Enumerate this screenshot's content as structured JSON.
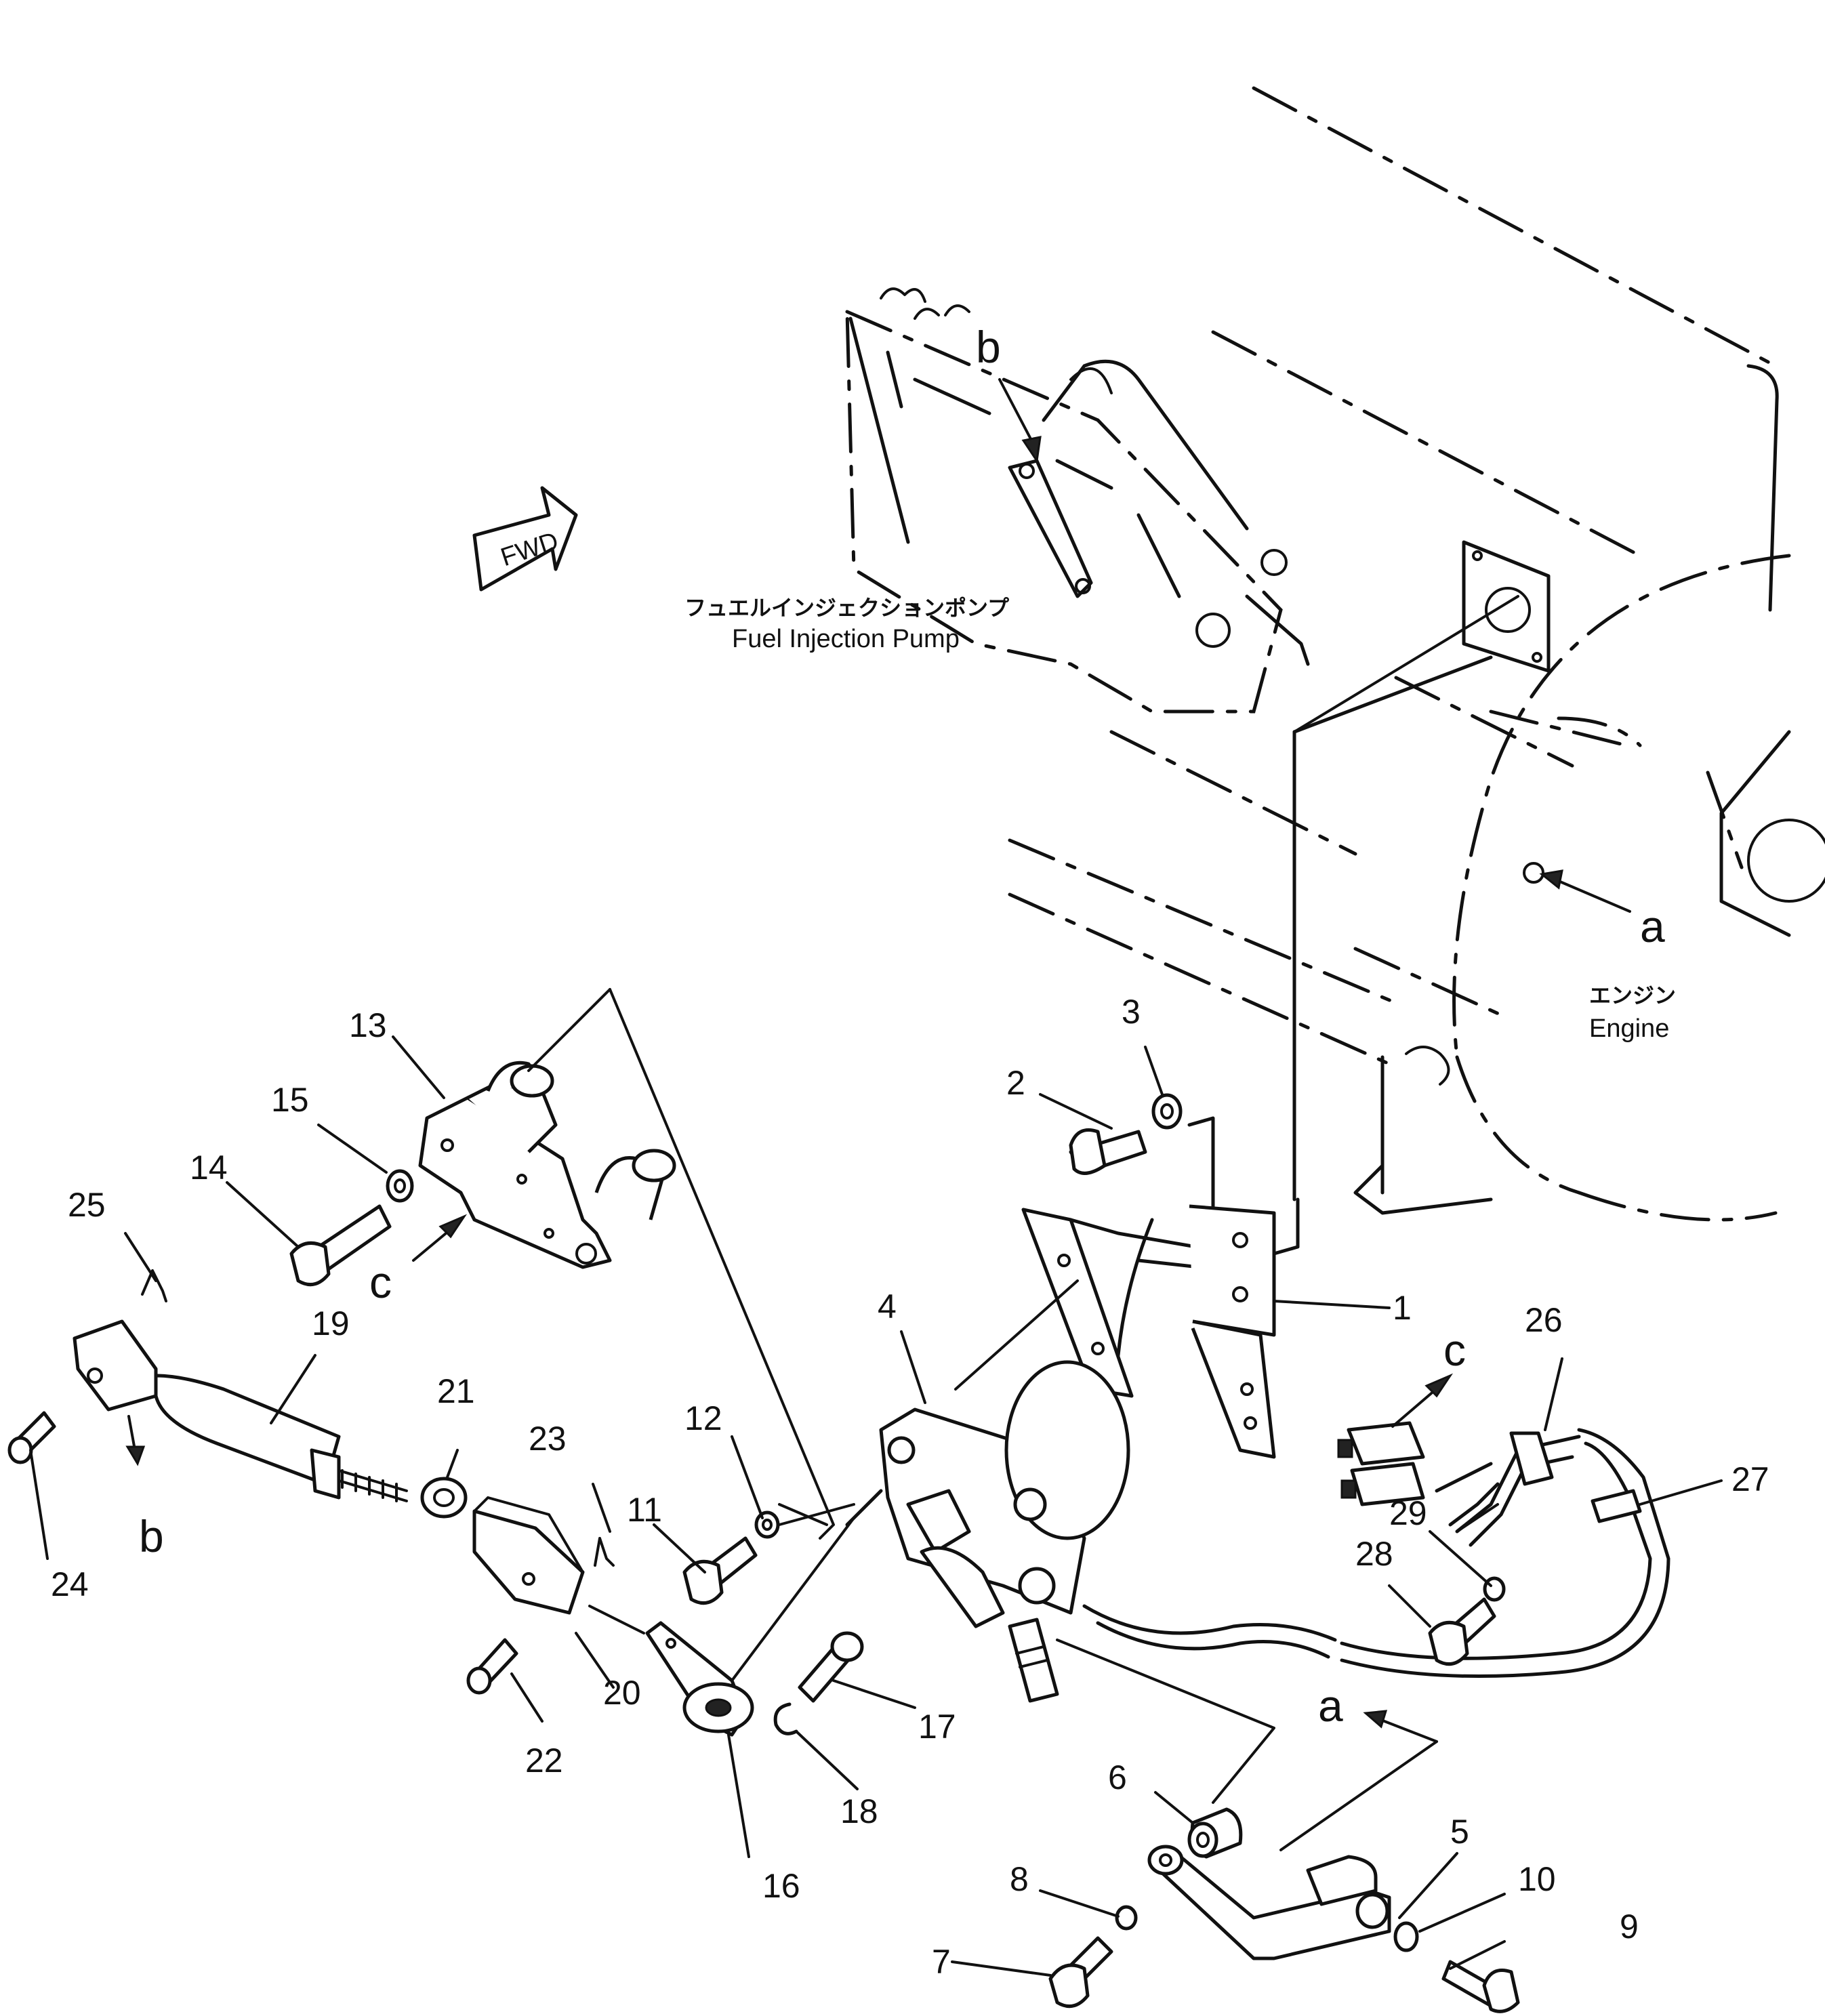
{
  "diagram": {
    "labels": {
      "fuel_pump_jp": "フュエルインジェクションポンプ",
      "fuel_pump_en": "Fuel Injection Pump",
      "engine_jp": "エンジン",
      "engine_en": "Engine",
      "fwd": "FWD"
    },
    "refs": {
      "a_1": "a",
      "a_2": "a",
      "b_1": "b",
      "b_2": "b",
      "c_1": "c",
      "c_2": "c"
    },
    "callouts": {
      "p1": "1",
      "p2": "2",
      "p3": "3",
      "p4": "4",
      "p5": "5",
      "p6": "6",
      "p7": "7",
      "p8": "8",
      "p9": "9",
      "p10": "10",
      "p11": "11",
      "p12": "12",
      "p13": "13",
      "p14": "14",
      "p15": "15",
      "p16": "16",
      "p17": "17",
      "p18": "18",
      "p19": "19",
      "p20": "20",
      "p21": "21",
      "p22": "22",
      "p23": "23",
      "p24": "24",
      "p25": "25",
      "p26": "26",
      "p27": "27",
      "p28": "28",
      "p29": "29"
    }
  }
}
